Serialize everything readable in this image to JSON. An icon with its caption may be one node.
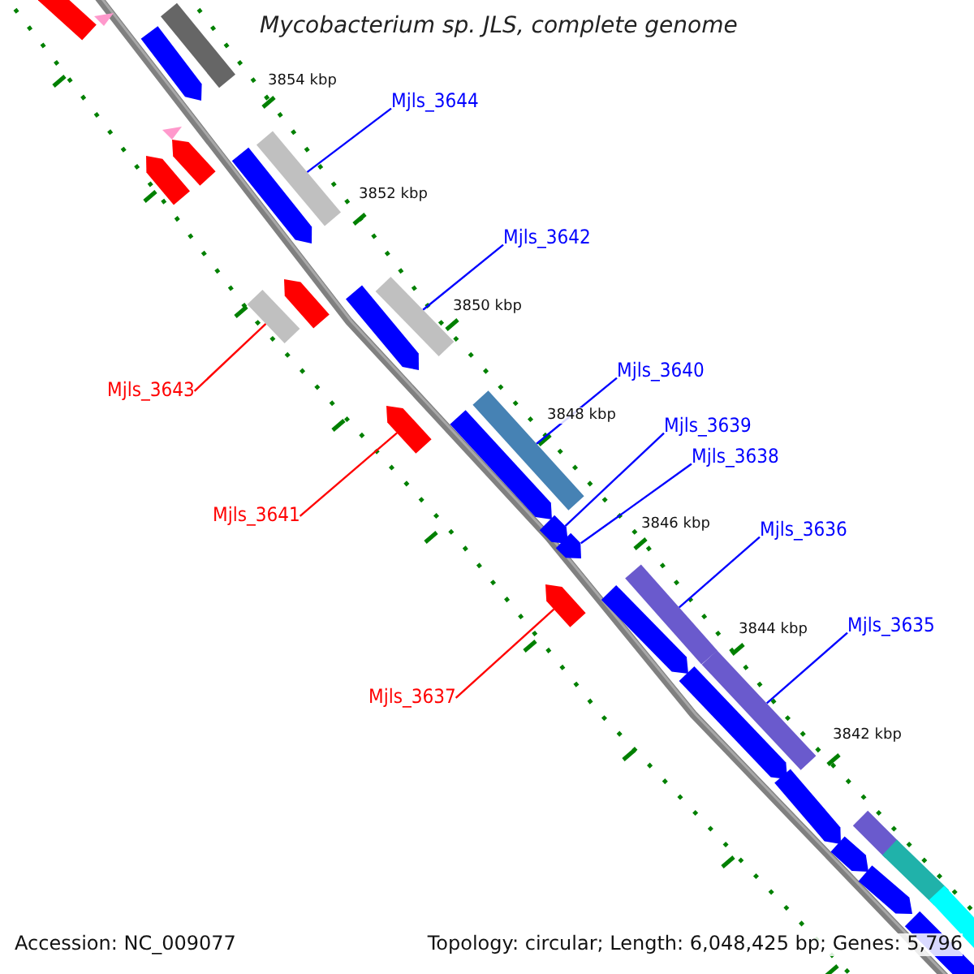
{
  "diagram": {
    "title": "Mycobacterium sp. JLS, complete genome",
    "nodes": [
      {
        "text": [
          "Mjls_3644"
        ]
      },
      {
        "text": [],
        "shape": "bar"
      },
      {
        "text": [
          "Mjls_3642"
        ]
      },
      {
        "text": [],
        "shape": "bar"
      },
      {
        "text": [
          "Mjls_3643"
        ]
      },
      {
        "text": [],
        "shape": "bar"
      },
      {
        "text": [
          "Mjls_3640"
        ]
      },
      {
        "text": [],
        "shape": "bar"
      },
      {
        "text": [
          "Mjls_3639"
        ]
      },
      {
        "text": [],
        "shape": "arrow"
      },
      {
        "text": [
          "Mjls_3638"
        ]
      },
      {
        "text": [],
        "shape": "arrow"
      },
      {
        "text": [
          "Mjls_3641"
        ]
      },
      {
        "text": [],
        "shape": "arrow"
      },
      {
        "text": [
          "Mjls_3636"
        ]
      },
      {
        "text": [],
        "shape": "bar"
      },
      {
        "text": [
          "Mjls_3637"
        ]
      },
      {
        "text": [],
        "shape": "arrow"
      },
      {
        "text": [
          "Mjls_3635"
        ]
      },
      {
        "text": [],
        "shape": "bar"
      },
      {
        "text": [],
        "shape": "arrow"
      },
      {
        "text": [],
        "shape": "arrow"
      },
      {
        "text": [],
        "shape": "bar"
      },
      {
        "text": [],
        "shape": "arrow"
      },
      {
        "text": [],
        "shape": "arrow"
      },
      {
        "text": [],
        "shape": "arrow"
      },
      {
        "text": [],
        "shape": "arrow"
      },
      {
        "text": [],
        "shape": "arrow"
      },
      {
        "text": [],
        "shape": "arrow"
      },
      {
        "text": [],
        "shape": "arrow"
      },
      {
        "text": [],
        "shape": "arrow"
      },
      {
        "text": [],
        "shape": "arrow"
      },
      {
        "text": [],
        "shape": "arrow"
      },
      {
        "text": [],
        "shape": "arrow"
      },
      {
        "text": [],
        "shape": "arrow"
      },
      {
        "text": [],
        "shape": "bar"
      },
      {
        "text": [],
        "shape": "bar"
      },
      {
        "text": [],
        "shape": "bar"
      }
    ],
    "edges": [
      {
        "from": 0,
        "to": 1,
        "arrow": "none"
      },
      {
        "from": 2,
        "to": 3,
        "arrow": "none"
      },
      {
        "from": 4,
        "to": 5,
        "arrow": "none",
        "color": "#ff0000"
      },
      {
        "from": 6,
        "to": 7,
        "arrow": "none"
      },
      {
        "from": 8,
        "to": 9,
        "arrow": "none"
      },
      {
        "from": 10,
        "to": 11,
        "arrow": "none"
      },
      {
        "from": 12,
        "to": 13,
        "arrow": "none",
        "color": "#ff0000"
      },
      {
        "from": 14,
        "to": 15,
        "arrow": "none"
      },
      {
        "from": 16,
        "to": 17,
        "arrow": "none",
        "color": "#ff0000"
      },
      {
        "from": 18,
        "to": 19,
        "arrow": "none"
      }
    ],
    "labels": [
      "3854 kbp",
      "3852 kbp",
      "3850 kbp",
      "3848 kbp",
      "3846 kbp",
      "3844 kbp",
      "3842 kbp",
      "Accession: NC_009077",
      "Topology: circular; Length: 6,048,425 bp; Genes: 5,796"
    ]
  }
}
